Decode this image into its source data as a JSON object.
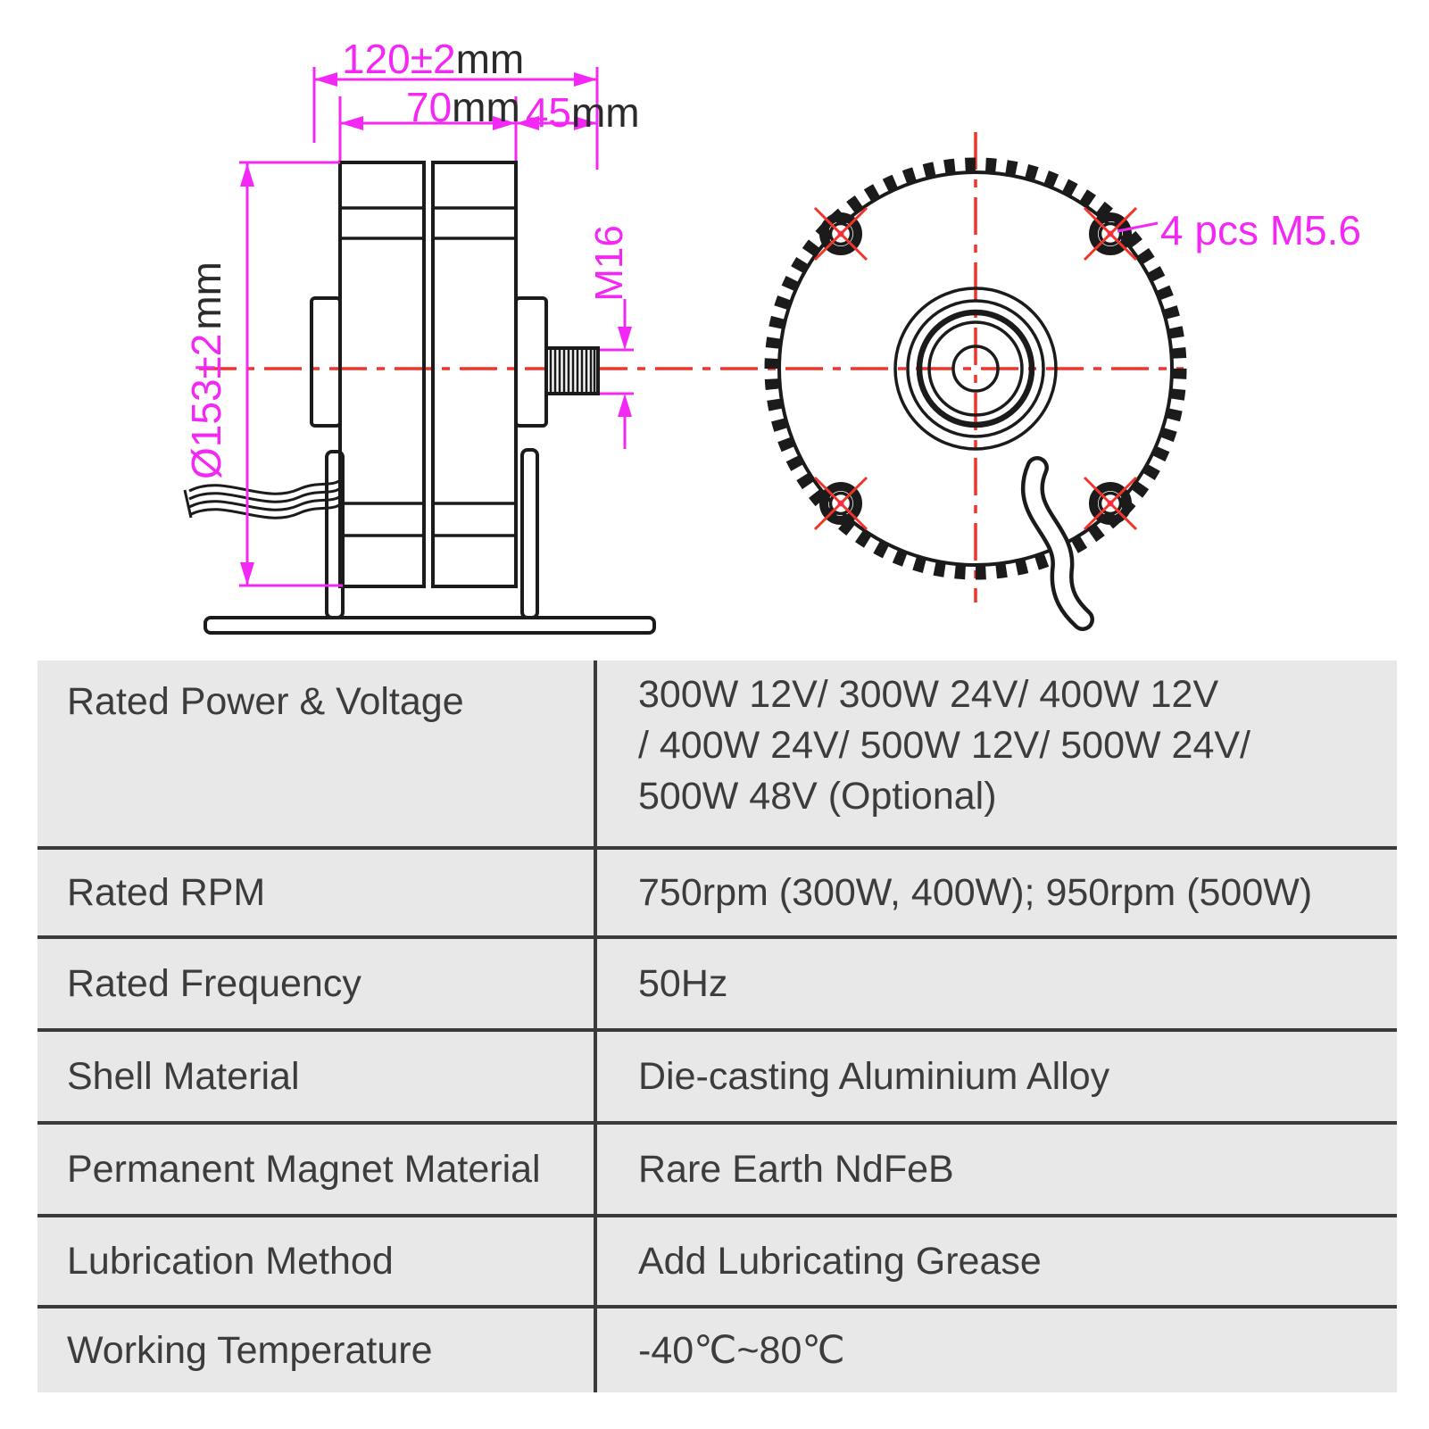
{
  "colors": {
    "line": "#1b1b1b",
    "dimension_magenta": "#f428f4",
    "centerline_red": "#f43328",
    "table_bg": "#e8e8e8",
    "table_line": "#3a3a3a",
    "table_text": "#3c3c3c"
  },
  "drawing": {
    "side_view": {
      "dim_overall_value": "120±2",
      "dim_overall_unit": "mm",
      "dim_body_value": "70",
      "dim_body_unit": "mm",
      "dim_shaft_value": "45",
      "dim_shaft_unit": "mm",
      "dim_diameter_value": "Ø153±2",
      "dim_diameter_unit": "mm",
      "shaft_thread_label": "M16"
    },
    "front_view": {
      "mounting_holes_label": "4 pcs M5.6"
    }
  },
  "spec_table": {
    "rows": [
      {
        "label": "Rated Power & Voltage",
        "value": "300W 12V/ 300W 24V/ 400W 12V\n/ 400W 24V/ 500W 12V/ 500W 24V/\n500W 48V (Optional)"
      },
      {
        "label": "Rated RPM",
        "value": "750rpm (300W, 400W); 950rpm (500W)"
      },
      {
        "label": "Rated Frequency",
        "value": "50Hz"
      },
      {
        "label": "Shell Material",
        "value": "Die-casting Aluminium Alloy"
      },
      {
        "label": "Permanent Magnet Material",
        "value": "Rare Earth NdFeB"
      },
      {
        "label": "Lubrication Method",
        "value": "Add Lubricating Grease"
      },
      {
        "label": "Working Temperature",
        "value": "-40℃~80℃"
      }
    ]
  }
}
